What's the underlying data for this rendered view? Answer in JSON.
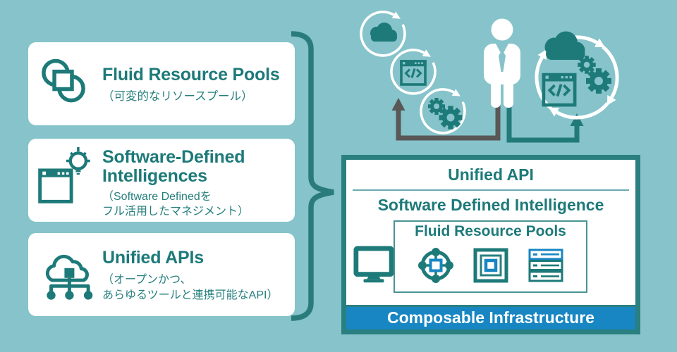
{
  "palette": {
    "background": "#86c3ca",
    "teal": "#1d7a79",
    "teal_border": "#2a7f80",
    "blue": "#1786c2",
    "dark_gray": "#595757",
    "white": "#ffffff",
    "divider_teal": "#6cacaf"
  },
  "cards": [
    {
      "icon": "overlapping-circles-icon",
      "title_lines": [
        "Fluid Resource Pools"
      ],
      "subtitle_lines": [
        "（可変的なリソースプール）"
      ]
    },
    {
      "icon": "window-lightbulb-icon",
      "title_lines": [
        "Software-Defined",
        "Intelligences"
      ],
      "subtitle_lines": [
        "（Software Definedを",
        "フル活用したマネジメント）"
      ]
    },
    {
      "icon": "cloud-network-icon",
      "title_lines": [
        "Unified APIs"
      ],
      "subtitle_lines": [
        "（オープンかつ、",
        "あらゆるツールと連携可能なAPI）"
      ]
    }
  ],
  "stack_box": {
    "unified_api_label": "Unified API",
    "sdi_label": "Software Defined Intelligence",
    "frp_label": "Fluid Resource Pools",
    "composable_label": "Composable Infrastructure"
  },
  "icons": {
    "flow_cascade": [
      "cloud-icon",
      "code-window-icon",
      "gears-icon"
    ],
    "flow_cycle": [
      "cloud-icon",
      "gears-icon",
      "code-window-icon"
    ],
    "flow_person": "person-icon",
    "stack_icons": [
      "monitor-icon",
      "node-compass-icon",
      "nested-squares-icon",
      "server-stack-icon"
    ],
    "connector": "curly-brace"
  }
}
